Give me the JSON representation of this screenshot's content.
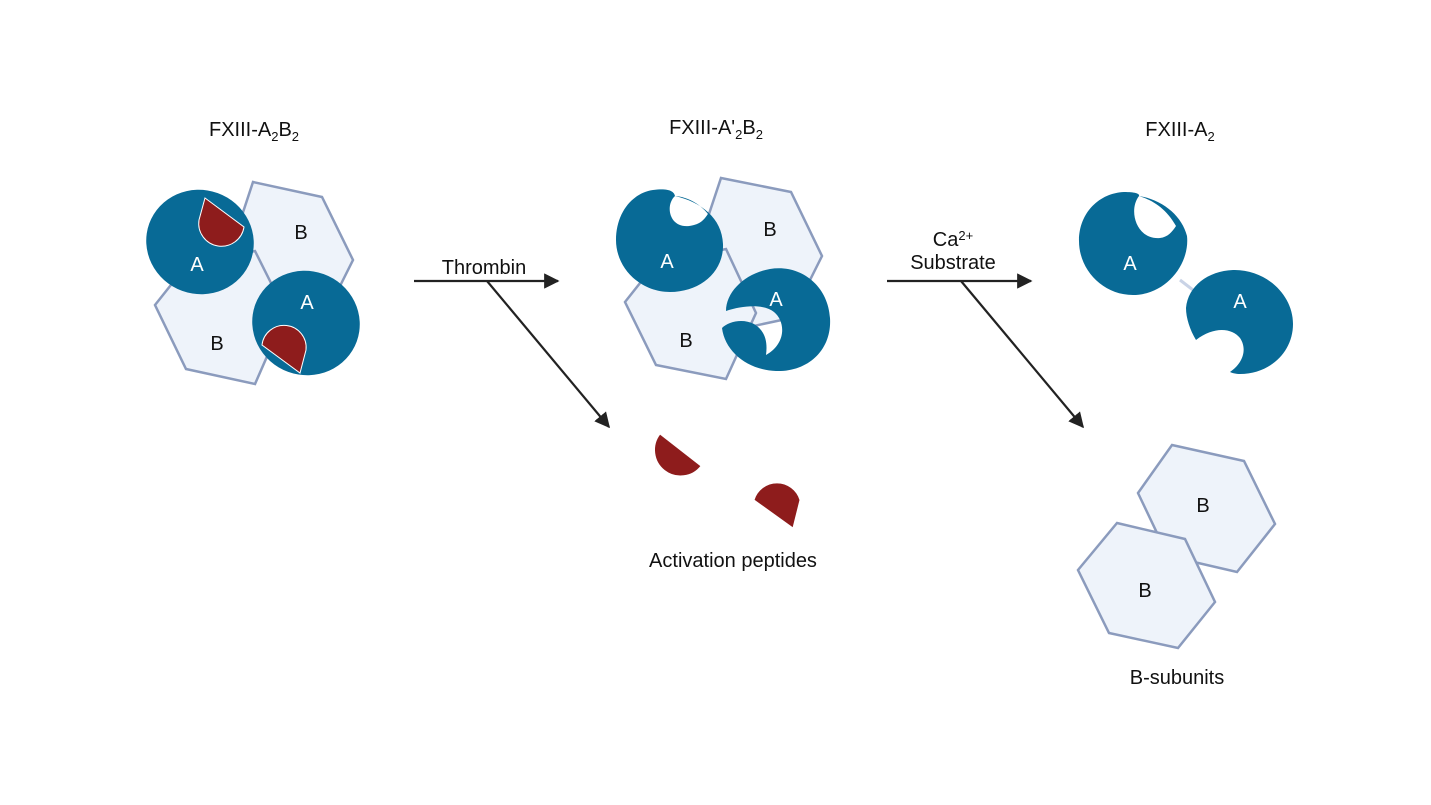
{
  "stages": [
    {
      "title_main": "FXIII-A",
      "title_sub1": "2",
      "title_mid": "B",
      "title_sub2": "2"
    },
    {
      "title_main": "FXIII-A'",
      "title_sub1": "2",
      "title_mid": "B",
      "title_sub2": "2"
    },
    {
      "title_main": "FXIII-A",
      "title_sub1": "2"
    }
  ],
  "labels": {
    "subunit_a": "A",
    "subunit_b": "B"
  },
  "arrows": {
    "thrombin": "Thrombin",
    "calcium_base": "Ca",
    "calcium_sup": "2+",
    "substrate": "Substrate"
  },
  "products": {
    "activation_peptides": "Activation peptides",
    "b_subunits": "B-subunits"
  },
  "colors": {
    "subunit_a": "#086a96",
    "subunit_b_fill": "#eef3fa",
    "subunit_b_stroke": "#8b9bbd",
    "peptide": "#8e1c1c",
    "arrow": "#222222"
  }
}
